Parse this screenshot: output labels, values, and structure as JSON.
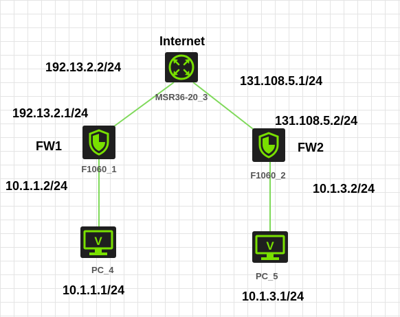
{
  "devices": [
    {
      "id": "msr",
      "kind": "router",
      "name": "MSR36-20_3",
      "heading": "Internet"
    },
    {
      "id": "fw1",
      "kind": "firewall",
      "name": "F1060_1",
      "heading": "FW1"
    },
    {
      "id": "fw2",
      "kind": "firewall",
      "name": "F1060_2",
      "heading": "FW2"
    },
    {
      "id": "pc4",
      "kind": "pc",
      "name": "PC_4"
    },
    {
      "id": "pc5",
      "kind": "pc",
      "name": "PC_5"
    }
  ],
  "links": [
    {
      "from": "msr",
      "to": "fw1"
    },
    {
      "from": "msr",
      "to": "fw2"
    },
    {
      "from": "fw1",
      "to": "pc4"
    },
    {
      "from": "fw2",
      "to": "pc5"
    }
  ],
  "ip_labels": {
    "msr_fw1": "192.13.2.2/24",
    "msr_fw2": "131.108.5.1/24",
    "fw1_up": "192.13.2.1/24",
    "fw1_down": "10.1.1.2/24",
    "fw2_up": "131.108.5.2/24",
    "fw2_down": "10.1.3.2/24",
    "pc4": "10.1.1.1/24",
    "pc5": "10.1.3.1/24"
  },
  "colors": {
    "icon_bg": "#1f1f1f",
    "icon_accent": "#79e000",
    "link": "#7fd95a",
    "text": "#000000",
    "device_label": "#555555"
  },
  "icons": {
    "router": "router-icon",
    "firewall": "firewall-shield-icon",
    "pc": "monitor-icon"
  }
}
